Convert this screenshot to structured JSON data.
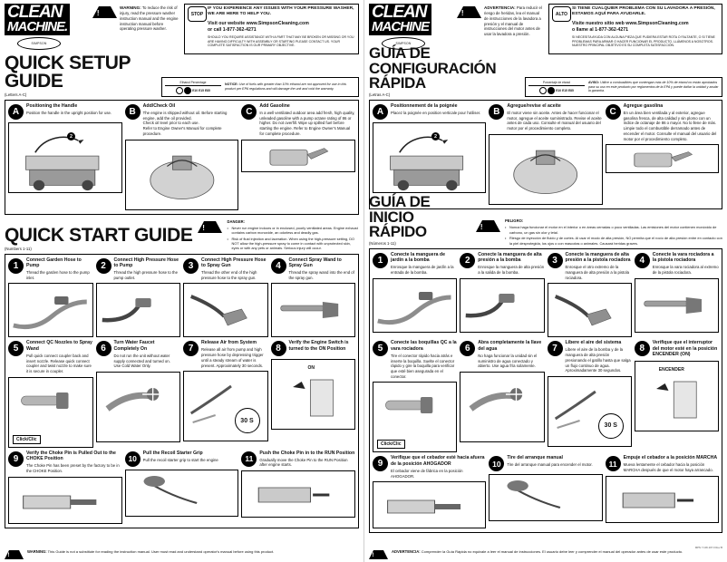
{
  "meta": {
    "bg": "#ffffff",
    "ink": "#111111",
    "accent": "#000000"
  },
  "left": {
    "brand": {
      "line1": "CLEAN",
      "line2": "MACHINE.",
      "oval": "SIMPSON"
    },
    "warning_header": {
      "label": "WARNING:",
      "text": " To reduce the risk of injury, read the pressure washer instruction manual and the engine instruction manual before operating pressure washer."
    },
    "stop_box": {
      "badge": "STOP",
      "line1": "IF YOU EXPERIENCE ANY ISSUES WITH YOUR PRESSURE WASHER, WE ARE HERE TO HELP YOU.",
      "line2": "Visit our website www.SimpsonCleaning.com",
      "line3": "or call 1-877-362-4271",
      "fine": "SHOULD YOU REQUIRE ASSISTANCE WITH A PART THAT MAY BE BROKEN OR MISSING OR YOU ARE HAVING DIFFICULTY WITH ASSEMBLY OR STARTING PLEASE CONTACT US. YOUR COMPLETE SATISFACTION IS OUR PRIMARY OBJECTIVE."
    },
    "setup": {
      "title": "QUICK SETUP GUIDE",
      "subtitle": "(Letters A-C)",
      "ethanol_label": "Ethanol Percentage",
      "ethanol_values": [
        "E10",
        "E15",
        "E85"
      ],
      "notice_label": "NOTICE:",
      "notice_text": " Use of fuels with greater than 10% ethanol are not approved for use in this product per EPA regulations and will damage the unit and void the warranty."
    },
    "setup_steps": [
      {
        "badge": "A",
        "title": "Positioning the Handle",
        "body": "Position the handle in the upright position for use.",
        "callouts": [
          "2"
        ]
      },
      {
        "badge": "B",
        "title": "Add/Check Oil",
        "body": "The engine is shipped without oil. Before starting engine, add the oil provided.\nCheck oil level prior to each use.\nRefer to Engine Owner's Manual for complete procedure.",
        "callouts": []
      },
      {
        "badge": "C",
        "title": "Add Gasoline",
        "body": "In a well ventilated outdoor area add fresh, high quality, unleaded gasoline with a pump octane rating of 86 or higher. Do not overfill. Wipe up spilled fuel before starting the engine. Refer to Engine Owner's Manual for complete procedure.",
        "callouts": []
      }
    ],
    "start": {
      "title": "QUICK START GUIDE",
      "subtitle": "(Numbers 1-11)",
      "danger_label": "DANGER:",
      "danger_bullets": [
        "Never run engine indoors or in enclosed, poorly ventilated areas. Engine exhaust contains carbon monoxide, an odorless and deadly gas.",
        "Risk of fluid injection and laceration. When using the high-pressure setting, DO NOT allow the high-pressure spray to come in contact with unprotected skin, eyes or with any pets or animals. Serious injury will occur."
      ]
    },
    "start_steps": [
      {
        "badge": "1",
        "title": "Connect Garden Hose to Pump",
        "body": "Thread the garden hose to the pump inlet.",
        "img": "hose-inlet"
      },
      {
        "badge": "2",
        "title": "Connect High Pressure Hose to Pump",
        "body": "Thread the high pressure hose to the pump outlet.",
        "img": "hose-outlet"
      },
      {
        "badge": "3",
        "title": "Connect High Pressure Hose to Spray Gun",
        "body": "Thread the other end of the high pressure hose to the spray gun.",
        "img": "hose-gun"
      },
      {
        "badge": "4",
        "title": "Connect Spray Wand to Spray Gun",
        "body": "Thread the spray wand into the end of the spray gun.",
        "img": "wand-gun"
      },
      {
        "badge": "5",
        "title": "Connect QC Nozzles to Spray Wand",
        "body": "Pull quick connect coupler back and insert nozzle. Release quick connect coupler and twist nozzle to make sure it is secure in coupler.",
        "img": "qc-nozzle",
        "label": "Click/Clic"
      },
      {
        "badge": "6",
        "title": "Turn Water Faucet Completely On",
        "body": "Do not run the unit without water supply connected and turned on.\nUse Cold Water Only.",
        "img": "faucet"
      },
      {
        "badge": "7",
        "title": "Release Air from System",
        "body": "Release all air from pump and high pressure hose by depressing trigger until a steady stream of water is present. Approximately 30 seconds.",
        "img": "release-air",
        "label": "30 S"
      },
      {
        "badge": "8",
        "title": "Verify the Engine Switch is turned to the ON Position",
        "body": "",
        "img": "engine-switch",
        "label": "ON"
      },
      {
        "badge": "9",
        "title": "Verify the Choke Pin is Pulled Out to the CHOKE Position",
        "body": "The Choke Pin has been preset by the factory to be in the CHOKE Position.",
        "img": "choke-out"
      },
      {
        "badge": "10",
        "title": "Pull the Recoil Starter Grip",
        "body": "Pull the recoil starter grip to start the engine",
        "img": "recoil"
      },
      {
        "badge": "11",
        "title": "Push the Choke Pin in to the RUN Position",
        "body": "Gradually move the Choke Pin to the RUN Position after engine starts.",
        "img": "choke-in"
      }
    ],
    "footer": {
      "label": "WARNING:",
      "text": " This Guide is not a substitute for reading the instruction manual. User must read and understand operator's manual before using this product."
    }
  },
  "right": {
    "brand": {
      "line1": "CLEAN",
      "line2": "MACHINE",
      "oval": "SIMPSON"
    },
    "warning_header": {
      "label": "ADVERTENCIA:",
      "text": " Para reducir el riesgo de heridas, lea el manual de instrucciones de la lavadora a presión y el manual de instrucciones del motor antes de usar la lavadora a presión."
    },
    "stop_box": {
      "badge": "ALTO",
      "line1": "SI TIENE CUALQUIER PROBLEMA CON SU LAVADORA A PRESIÓN, ESTAMOS AQUÍ PARA AYUDARLE.",
      "line2": "Visite nuestro sitio web www.SimpsonCleaning.com",
      "line3": "o llame al 1-877-362-4271",
      "fine": "SI NECESITA AYUDA CON ALGUNA PIEZA QUE PUDIERA ESTAR ROTA O FALTANTE, O SI TIENE PROBLEMAS PARA ARMAR O HACER FUNCIONAR EL PRODUCTO, LLÁMENOS A NOSOTROS. NUESTRO PRINCIPAL OBJETIVO ES SU COMPLETA SATISFACCIÓN."
    },
    "setup": {
      "title_l1": "GUÍA DE",
      "title_l2": "CONFIGURACIÓN RÁPIDA",
      "subtitle": "(Letras A-C)",
      "ethanol_label": "Porcentaje de etanol",
      "ethanol_values": [
        "E10",
        "E15",
        "E85"
      ],
      "notice_label": "AVISO:",
      "notice_text": " Utilice a combustibles que contengan más de 10% de etanol no están aprobados para su uso en este producto por reglamentos de la EPA y puede dañar la unidad y anular la garantía."
    },
    "setup_steps": [
      {
        "badge": "A",
        "title": "Positionnement de la poignée",
        "body": "Placez la poignée en position verticale pour l'utiliser.",
        "callouts": [
          "2"
        ]
      },
      {
        "badge": "B",
        "title": "Agregue/revise el aceite",
        "body": "El motor viene sin aceite. Antes de hacer funcionar el motor, agregue el aceite suministrado. Revise el aceite antes de cada uso. Consulte el manual del usuario del motor por el procedimiento completo.",
        "callouts": []
      },
      {
        "badge": "C",
        "title": "Agregue gasolina",
        "body": "En un área bien ventilada y al exterior, agregue gasolina fresca, de alta calidad y sin plomo con un índice de octanaje de 86 o mayor. No lo llene de más. Limpie todo el combustible derramado antes de encender el motor. Consulte el manual del usuario del motor por el procedimiento completo.",
        "callouts": []
      }
    ],
    "start": {
      "title_l1": "GUÍA DE",
      "title_l2": "INICIO RÁPIDO",
      "subtitle": "(Números 1-11)",
      "danger_label": "PELIGRO:",
      "danger_bullets": [
        "Nunca haga funcionar el motor en el interior o en áreas cerradas o poco ventiladas. Las emisiones del motor contienen monóxido de carbono, un gas sin olor y letal.",
        "Riesgo de inyección de fluido y de cortes. Al usar el modo de alta presión, NO permita que el rocío de alta presión entre en contacto con la piel desprotegida, los ojos o con mascotas o animales. Causará heridas graves."
      ]
    },
    "start_steps": [
      {
        "badge": "1",
        "title": "Conecte la manguera de jardín a la bomba",
        "body": "Enrosque la manguera de jardín a la entrada de la bomba.",
        "img": "hose-inlet"
      },
      {
        "badge": "2",
        "title": "Conecte la manguera de alta presión a la bomba",
        "body": "Enrosque la manguera de alta presión a la salida de la bomba.",
        "img": "hose-outlet"
      },
      {
        "badge": "3",
        "title": "Conecte la manguera de alta presión a la pistola rociadora",
        "body": "Enrosque el otro extremo de la manguera de alta presión a la pistola rociadora.",
        "img": "hose-gun"
      },
      {
        "badge": "4",
        "title": "Conecte la vara rociadora a la pistola rociadora",
        "body": "Enrosque la vara rociadora al extremo de la pistola rociadora.",
        "img": "wand-gun"
      },
      {
        "badge": "5",
        "title": "Conecte las boquillas QC a la vara rociadora",
        "body": "Tire el conector rápido hacia atrás e inserte la boquilla. Suelte el conector rápido y gire la boquilla para verificar que esté bien asegurada en el conector.",
        "img": "qc-nozzle",
        "label": "Click/Clic"
      },
      {
        "badge": "6",
        "title": "Abra completamente la llave del agua",
        "body": "No haga funcionar la unidad sin el suministro de agua conectado y abierto. Use agua fría solamente.",
        "img": "faucet"
      },
      {
        "badge": "7",
        "title": "Libere el aire del sistema",
        "body": "Libere el aire de la bomba y de la manguera de alta presión presionando el gatillo hasta que salga un flujo continuo de agua. Aproximadamente 30 segundos.",
        "img": "release-air",
        "label": "30 S"
      },
      {
        "badge": "8",
        "title": "Verifique que el interruptor del motor esté en la posición ENCENDER (ON)",
        "body": "",
        "img": "engine-switch",
        "label": "ENCENDER"
      },
      {
        "badge": "9",
        "title": "Verifique que el cebador esté hacia afuera de la posición AHOGADOR",
        "body": "El cebador viene de fábrica en la posición AHOGADOR.",
        "img": "choke-out"
      },
      {
        "badge": "10",
        "title": "Tire del arranque manual",
        "body": "Tire del arranque manual para encender el motor.",
        "img": "recoil"
      },
      {
        "badge": "11",
        "title": "Empuje el cebador a la posición MARCHA",
        "body": "Mueva lentamente el cebador hacia la posición MARCHA después de que el motor haya arrancado.",
        "img": "choke-in"
      }
    ],
    "footer": {
      "label": "ADVERTENCIA:",
      "text": " Comprender la Guía Rápida no equivale a leer el manual de instrucciones. El usuario debe leer y comprender el manual del operador antes de usar este producto."
    },
    "code": "MPN 7.106.197.0 Rev B"
  }
}
